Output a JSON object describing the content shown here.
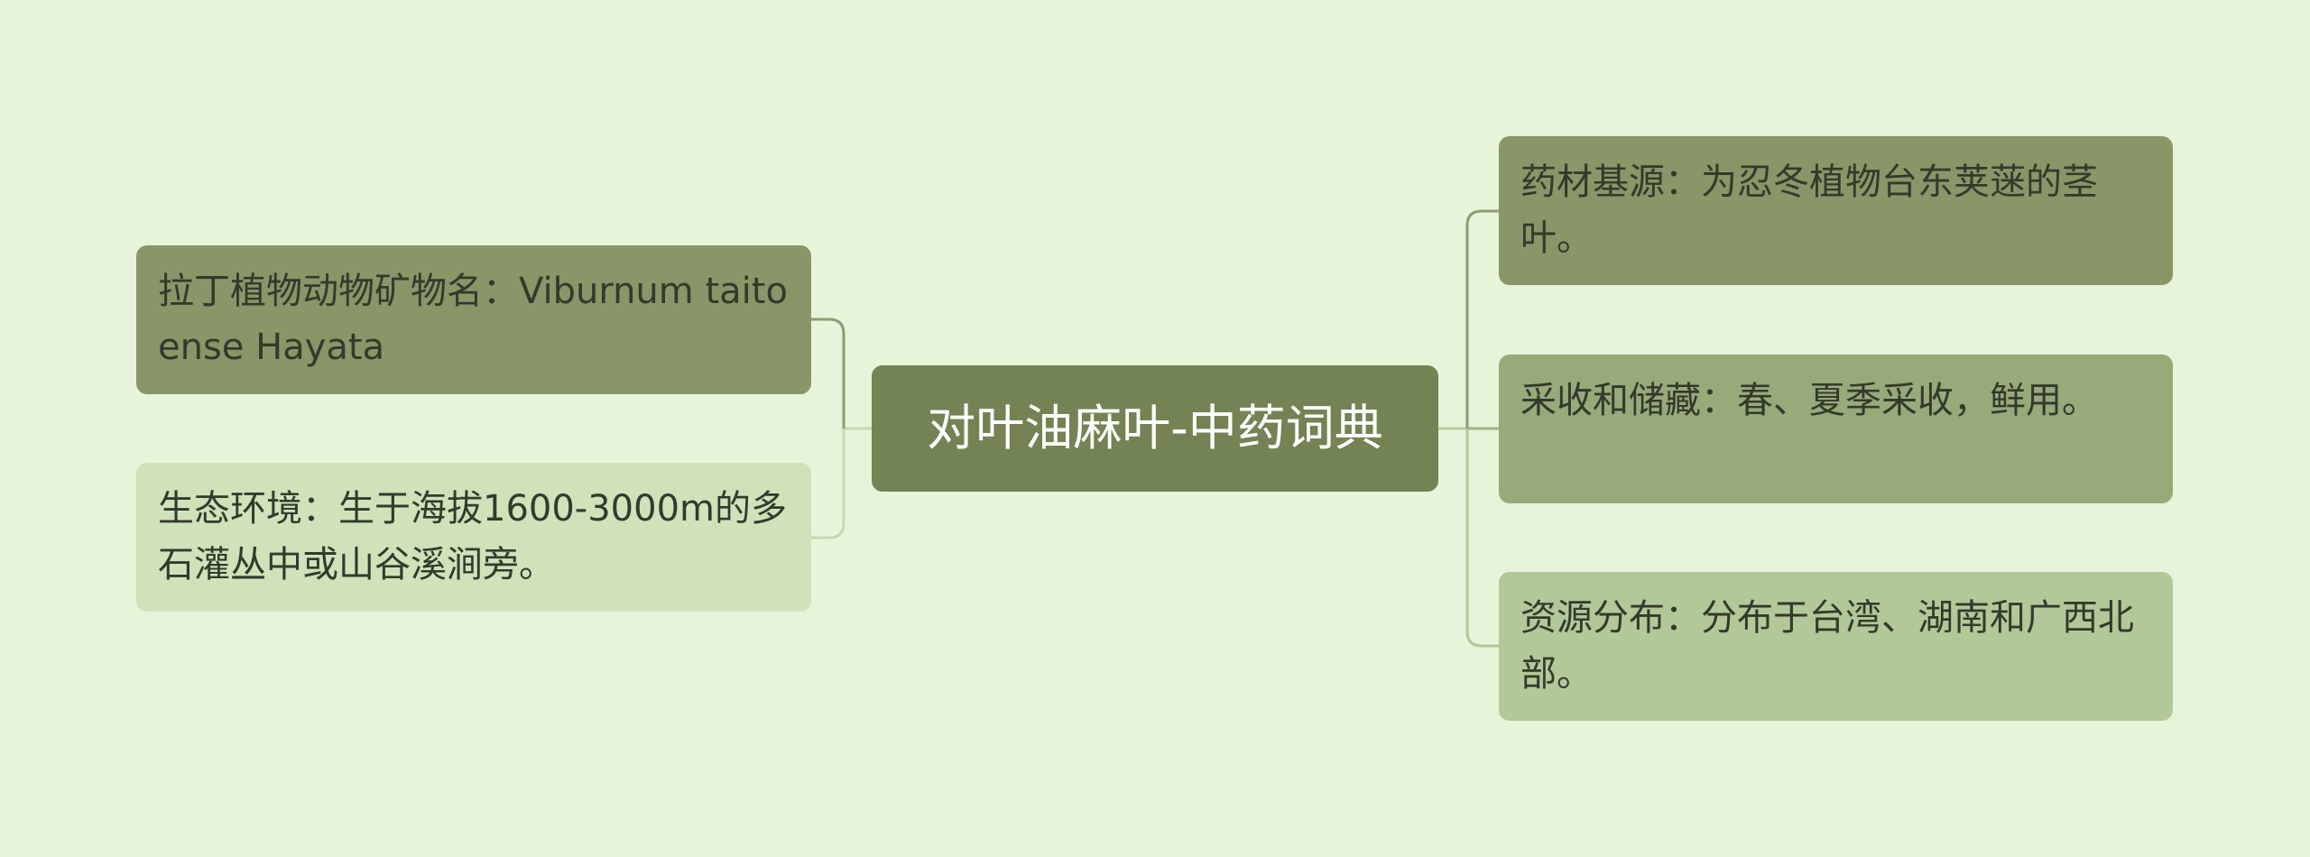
{
  "mindmap": {
    "center": {
      "label": "对叶油麻叶-中药词典"
    },
    "left": [
      {
        "label": "拉丁植物动物矿物名：Viburnum taitoense Hayata"
      },
      {
        "label": "生态环境：生于海拔1600-3000m的多石灌丛中或山谷溪涧旁。"
      }
    ],
    "right": [
      {
        "label": "药材基源：为忍冬植物台东荚蒾的茎叶。"
      },
      {
        "label": "采收和储藏：春、夏季采收，鲜用。"
      },
      {
        "label": "资源分布：分布于台湾、湖南和广西北部。"
      }
    ]
  },
  "colors": {
    "background": "#e7f4da",
    "center_fill": "#738354",
    "connector_dark": "#8e9d70",
    "connector_light": "#bcd0a2"
  }
}
